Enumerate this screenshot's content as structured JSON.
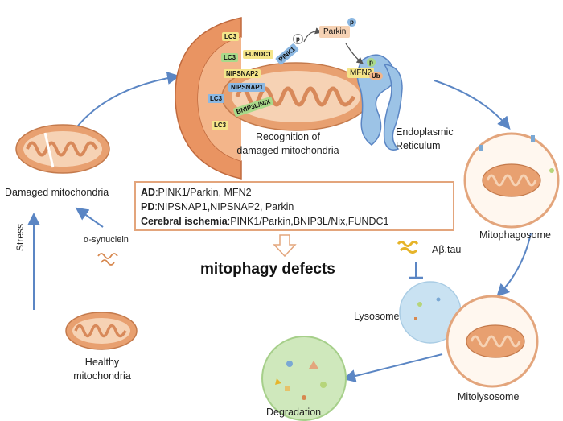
{
  "labels": {
    "damaged": "Damaged mitochondria",
    "recognition_l1": "Recognition of",
    "recognition_l2": "damaged mitochondria",
    "er_l1": "Endoplasmic",
    "er_l2": "Reticulum",
    "mitophagosome": "Mitophagosome",
    "lysosome": "Lysosome",
    "mitolysosome": "Mitolysosome",
    "degradation": "Degradation",
    "healthy_l1": "Healthy",
    "healthy_l2": "mitochondria",
    "stress": "Stress",
    "synuclein": "α-synuclein",
    "abeta": "Aβ,tau",
    "defects": "mitophagy defects"
  },
  "proteins": {
    "lc3": "LC3",
    "fundc1": "FUNDC1",
    "nipsnap2": "NIPSNAP2",
    "nipsnap1": "NIPSNAP1",
    "bnip3l": "BNIP3L/NIX",
    "pink1": "PINK1",
    "parkin": "Parkin",
    "mfn2": "MFN2",
    "p": "p",
    "ub": "Ub"
  },
  "diseases": [
    {
      "name": "AD",
      "genes": "PINK1/Parkin, MFN2"
    },
    {
      "name": "PD",
      "genes": "NIPSNAP1,NIPSNAP2, Parkin"
    },
    {
      "name": "Cerebral ischemia",
      "genes": "PINK1/Parkin,BNIP3L/Nix,FUNDC1"
    }
  ],
  "colors": {
    "mito_fill": "#e8a070",
    "mito_inner": "#f6d2b4",
    "arrow": "#5b86c4",
    "box_border": "#e3a57c",
    "er": "#7aa8d4",
    "lysosome": "#c9e2f2",
    "degradation": "#cfe8bc"
  }
}
